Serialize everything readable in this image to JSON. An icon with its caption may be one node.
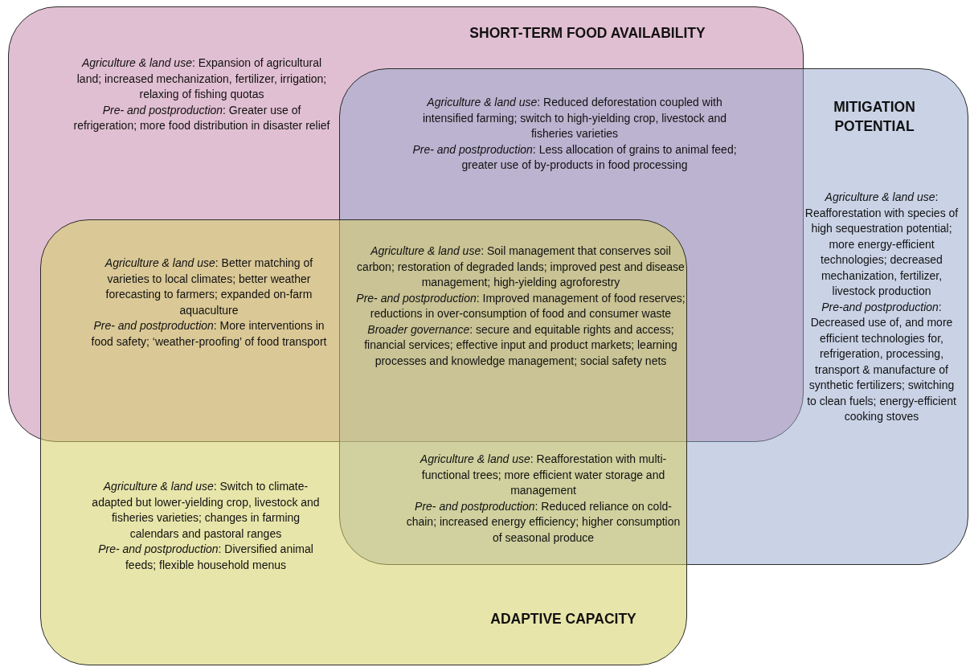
{
  "diagram": {
    "nodes": [
      {
        "text": [
          "SHORT-TERM FOOD AVAILABILITY",
          "*Agriculture & land use*: Expansion of agricultural land; increased mechanization, fertilizer, irrigation; relaxing of fishing quotas",
          "*Pre- and postproduction*: Greater use of refrigeration; more food distribution in disaster relief"
        ]
      },
      {
        "text": [
          "MITIGATION POTENTIAL",
          "*Agriculture & land use*: Reafforestation with species of high sequestration potential; more energy-efficient technologies; decreased mechanization, fertilizer, livestock production",
          "*Pre-and postproduction*: Decreased use of, and more efficient technologies for, refrigeration, processing, transport & manufacture of synthetic fertilizers; switching to clean fuels; energy-efficient cooking stoves"
        ]
      },
      {
        "text": [
          "ADAPTIVE CAPACITY",
          "*Agriculture & land use*: Switch to climate-adapted but lower-yielding crop, livestock and fisheries varieties; changes in farming calendars and pastoral ranges",
          "*Pre- and postproduction*: Diversified animal feeds; flexible household menus"
        ]
      }
    ],
    "labels": [
      "*Agriculture & land use*: Reduced deforestation coupled with intensified farming; switch to high-yielding crop, livestock and fisheries varieties",
      "*Pre- and postproduction*: Less allocation of grains to animal feed; greater use of by-products in food processing",
      "*Agriculture & land use*: Better matching of varieties to local climates; better weather forecasting to farmers; expanded on-farm aquaculture",
      "*Pre- and postproduction*: More interventions in food safety; ‘weather-proofing’ of food transport",
      "*Agriculture & land use*: Soil management that conserves soil carbon; restoration of degraded lands; improved pest and disease management; high-yielding agroforestry",
      "*Pre- and postproduction*: Improved management of food reserves; reductions in over-consumption of food and consumer waste",
      "*Broader governance*: secure and equitable rights and access; financial services; effective input and product markets; learning processes and knowledge management; social safety nets",
      "*Agriculture & land use*: Reafforestation with multi-functional trees; more efficient water storage and management",
      "*Pre- and postproduction*: Reduced reliance on cold-chain; increased energy efficiency; higher consumption of seasonal produce"
    ]
  }
}
